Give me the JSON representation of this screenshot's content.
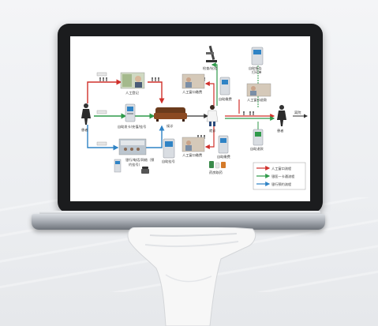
{
  "diagram": {
    "nodes": {
      "patient_left": "患者",
      "manual_register": "人工登记",
      "waiting": "候诊",
      "self_card_topup": "自助发卡/充值/挂号",
      "bank_phone_appt": "银行/电话/网络（预约挂号）",
      "self_register": "自助挂号",
      "manual_window_pay": "人工窗口缴费",
      "self_pay": "自助缴费",
      "exam_test": "检查/化验",
      "self_report_print": "自助报告打印",
      "manual_window_refund": "人工窗口退款",
      "self_refund": "自助退款",
      "visit": "就诊",
      "pharmacy": "药房取药",
      "patient_right": "患者",
      "leave_hospital": "离院"
    },
    "legend": [
      {
        "label": "人工窗口流程",
        "color": "#d0302b"
      },
      {
        "label": "银医一卡通流程",
        "color": "#2f9a4a"
      },
      {
        "label": "银行预约流程",
        "color": "#2f83c5"
      }
    ]
  },
  "colors": {
    "manual": "#d0302b",
    "card": "#2f9a4a",
    "bank": "#2f83c5"
  },
  "icons": [
    "person-icon",
    "kiosk-icon",
    "sofa-icon",
    "microscope-icon",
    "doctor-icon",
    "pill-bottle-icon",
    "telephone-icon",
    "window-photo-icon"
  ]
}
